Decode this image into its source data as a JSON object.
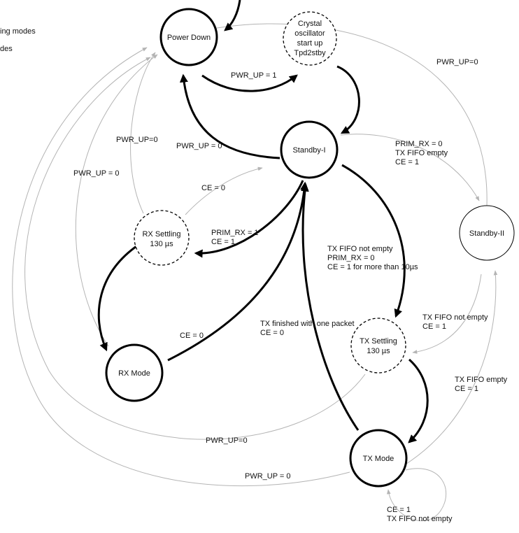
{
  "legend": {
    "line1": "ing modes",
    "line2": "des"
  },
  "states": {
    "power_down": "Power Down",
    "crystal": [
      "Crystal",
      "oscillator",
      "start up",
      "Tpd2stby"
    ],
    "standby_1": "Standby-I",
    "standby_2": "Standby-II",
    "rx_settling": [
      "RX Settling",
      "130 µs"
    ],
    "rx_mode": "RX Mode",
    "tx_settling": [
      "TX Settling",
      "130 µs"
    ],
    "tx_mode": "TX Mode"
  },
  "transitions": {
    "pwr_up_1": "PWR_UP = 1",
    "pwr_up_0_standby1": "PWR_UP = 0",
    "pwr_up_0_rxsettling": "PWR_UP=0",
    "pwr_up_0_rxmode": "PWR_UP = 0",
    "pwr_up_0_standby2": "PWR_UP=0",
    "pwr_up_0_txsettling": "PWR_UP=0",
    "pwr_up_0_txmode": "PWR_UP = 0",
    "ce0_rxsettling": "CE = 0",
    "ce0_rxmode": "CE = 0",
    "prim_rx_1": [
      "PRIM_RX = 1",
      "CE = 1"
    ],
    "standby1_to_standby2": [
      "PRIM_RX = 0",
      "TX FIFO empty",
      "CE = 1"
    ],
    "standby1_to_txsettling": [
      "TX FIFO not empty",
      "PRIM_RX = 0",
      "CE = 1  for more than 10µs"
    ],
    "tx_finished": [
      "TX finished with one packet",
      "CE = 0"
    ],
    "standby2_to_txsettling": [
      "TX FIFO not empty",
      "CE = 1"
    ],
    "txmode_to_standby2": [
      "TX FIFO empty",
      "CE = 1"
    ],
    "txmode_self": [
      "CE = 1",
      "TX FIFO not empty"
    ]
  }
}
